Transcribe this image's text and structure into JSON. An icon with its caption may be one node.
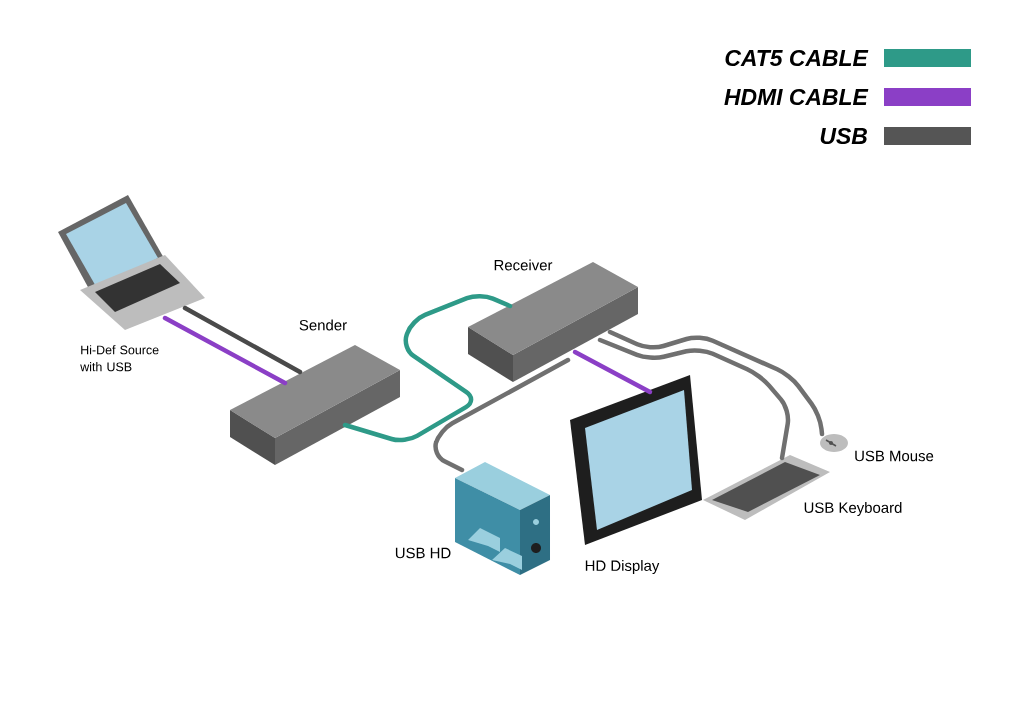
{
  "diagram": {
    "nodes": [
      {
        "text": [],
        "shape": "picture",
        "beside": [
          "Hi-Def Source with USB"
        ]
      },
      {
        "text": [],
        "shape": "picture",
        "beside": [
          "Sender"
        ]
      },
      {
        "text": [],
        "shape": "picture",
        "beside": [
          "Receiver"
        ]
      },
      {
        "text": [],
        "shape": "picture",
        "beside": [
          "USB HD"
        ]
      },
      {
        "text": [],
        "shape": "picture",
        "beside": [
          "HD Display"
        ]
      },
      {
        "text": [],
        "shape": "picture",
        "beside": [
          "USB Keyboard"
        ]
      },
      {
        "text": [],
        "shape": "picture",
        "beside": [
          "USB Mouse"
        ]
      }
    ],
    "edges": [
      {
        "from": 0,
        "to": 1,
        "arrow": "none",
        "color": "#8b3fc6"
      },
      {
        "from": 0,
        "to": 1,
        "arrow": "none",
        "color": "#4a4a4a"
      },
      {
        "from": 1,
        "to": 2,
        "arrow": "none",
        "color": "#2e9a88"
      },
      {
        "from": 2,
        "to": 3,
        "arrow": "none"
      },
      {
        "from": 2,
        "to": 4,
        "arrow": "none",
        "color": "#8b3fc6"
      },
      {
        "from": 2,
        "to": 5,
        "arrow": "none"
      },
      {
        "from": 2,
        "to": 6,
        "arrow": "none"
      }
    ],
    "legend": [
      {
        "text": "CAT5 CABLE",
        "color": "#2e9a88"
      },
      {
        "text": "HDMI CABLE",
        "color": "#8b3fc6"
      },
      {
        "text": "USB",
        "color": "#555555"
      }
    ]
  }
}
